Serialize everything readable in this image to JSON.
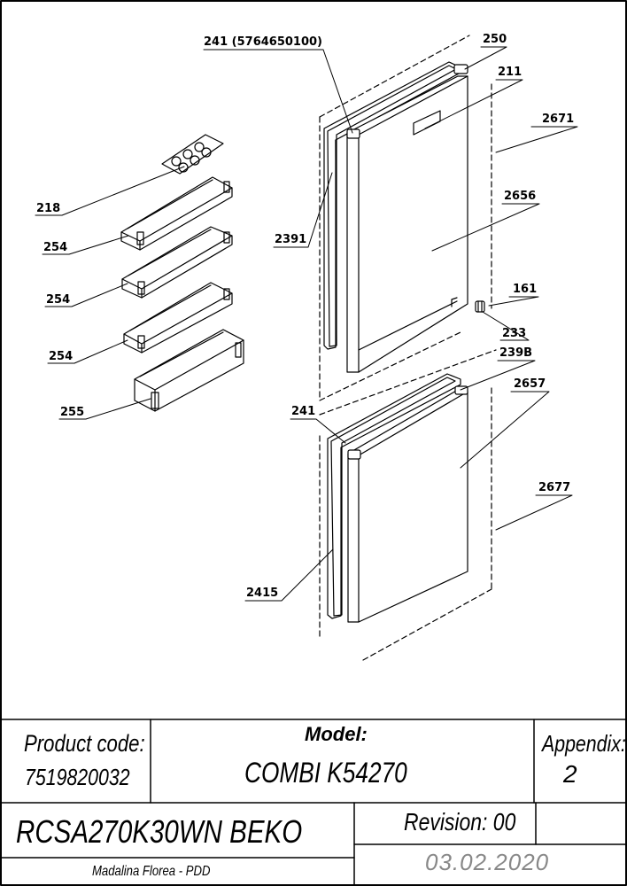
{
  "diagram": {
    "labels": {
      "l241_top": "241 (5764650100)",
      "l250": "250",
      "l211": "211",
      "l2671": "2671",
      "l2656": "2656",
      "l2391": "2391",
      "l161": "161",
      "l233": "233",
      "l239b": "239B",
      "l2657": "2657",
      "l241_mid": "241",
      "l2677": "2677",
      "l2415": "2415",
      "l218": "218",
      "l254_a": "254",
      "l254_b": "254",
      "l254_c": "254",
      "l255": "255"
    }
  },
  "title_block": {
    "product_code_label": "Product code:",
    "product_code": "7519820032",
    "model_label": "Model:",
    "model": "COMBI K54270",
    "appendix_label": "Appendix:",
    "appendix": "2",
    "part_name": "RCSA270K30WN BEKO",
    "revision": "Revision: 00",
    "author": "Madalina Florea - PDD",
    "date": "03.02.2020"
  }
}
